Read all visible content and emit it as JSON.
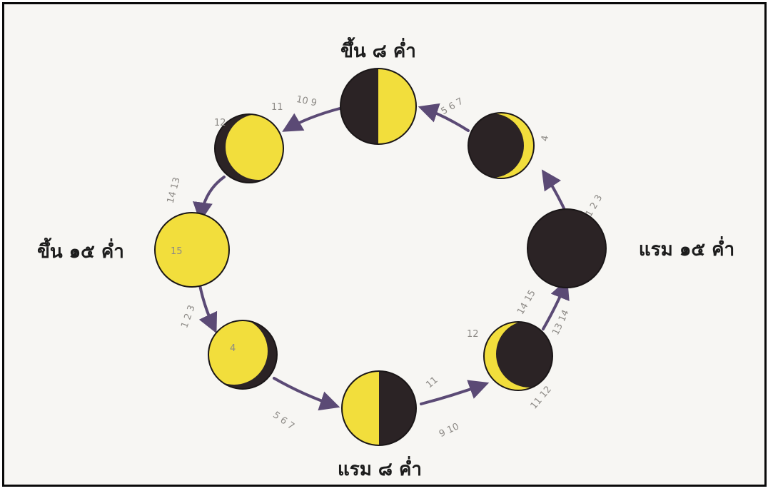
{
  "colors": {
    "lit": "#f2de3c",
    "dark": "#2b2325",
    "outline": "#1a1617",
    "arrow": "#5b4a75",
    "label": "#1c1c1c",
    "note": "#8d8a86",
    "paper": "#f7f6f3"
  },
  "labels": {
    "top": "ขึ้น ๘ ค่ำ",
    "left": "ขึ้น ๑๕ ค่ำ",
    "bottom": "แรม ๘ ค่ำ",
    "right": "แรม ๑๕ ค่ำ"
  },
  "notes": {
    "n1": "10 9",
    "n2": "11",
    "n3": "12",
    "n4": "14 13",
    "n5": "15",
    "n6": "1 2 3",
    "n7": "4",
    "n8": "5 6 7",
    "n9": "9 10",
    "n10": "11",
    "n11": "12",
    "n12": "11 12",
    "n13": "13 14",
    "n14": "14 15",
    "n15": "1 2 3",
    "n16": "4",
    "n17": "5 6 7"
  },
  "moons": [
    {
      "id": "moon-first-quarter",
      "phase": "first-quarter"
    },
    {
      "id": "moon-waxing-gibbous",
      "phase": "waxing-gibbous"
    },
    {
      "id": "moon-full",
      "phase": "full"
    },
    {
      "id": "moon-waning-gibbous",
      "phase": "waning-gibbous"
    },
    {
      "id": "moon-last-quarter",
      "phase": "last-quarter"
    },
    {
      "id": "moon-waning-crescent",
      "phase": "waning-crescent"
    },
    {
      "id": "moon-new",
      "phase": "new"
    },
    {
      "id": "moon-waxing-crescent",
      "phase": "waxing-crescent"
    }
  ]
}
